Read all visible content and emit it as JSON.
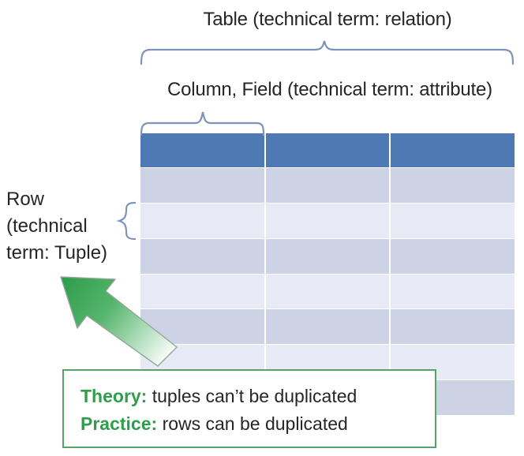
{
  "headings": {
    "table": "Table (technical term: relation)",
    "column": "Column, Field (technical term: attribute)",
    "row": "Row\n(technical\nterm: Tuple)"
  },
  "note": {
    "theory_label": "Theory:",
    "theory_text": "tuples can’t be duplicated",
    "practice_label": "Practice:",
    "practice_text": "rows can be duplicated"
  },
  "diagram": {
    "table": {
      "columns": 3,
      "body_rows": 7
    }
  },
  "colors": {
    "header_blue": "#4e79b2",
    "row_dark": "#cdd3e5",
    "row_light": "#e7e9f4",
    "brace": "#7e93ba",
    "green": "#2f9e4a",
    "box_border": "#55a56b",
    "text": "#262626"
  }
}
